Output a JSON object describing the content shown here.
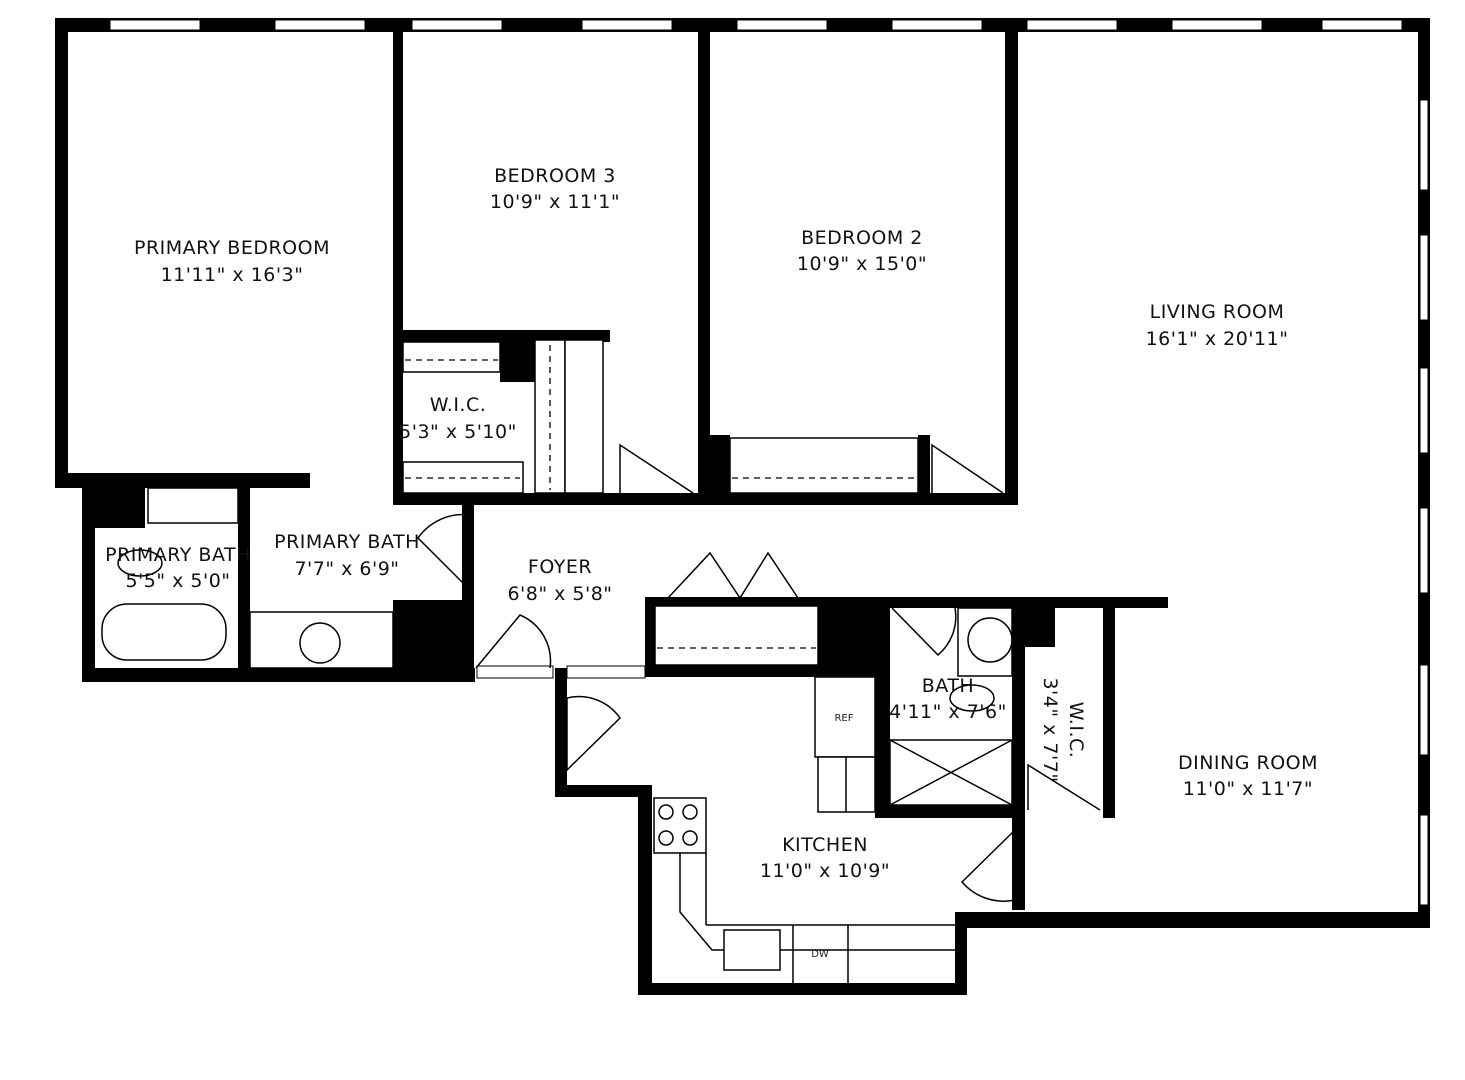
{
  "rooms": {
    "primary_bedroom": {
      "name": "PRIMARY BEDROOM",
      "size": "11'11\" x 16'3\""
    },
    "bedroom_3": {
      "name": "BEDROOM 3",
      "size": "10'9\" x 11'1\""
    },
    "bedroom_2": {
      "name": "BEDROOM 2",
      "size": "10'9\" x 15'0\""
    },
    "living_room": {
      "name": "LIVING ROOM",
      "size": "16'1\" x 20'11\""
    },
    "wic_1": {
      "name": "W.I.C.",
      "size": "5'3\" x 5'10\""
    },
    "primary_bath_small": {
      "name": "PRIMARY BATH",
      "size": "5'5\" x 5'0\""
    },
    "primary_bath": {
      "name": "PRIMARY BATH",
      "size": "7'7\" x 6'9\""
    },
    "foyer": {
      "name": "FOYER",
      "size": "6'8\" x 5'8\""
    },
    "bath": {
      "name": "BATH",
      "size": "4'11\" x 7'6\""
    },
    "wic_2": {
      "name": "W.I.C.",
      "size": "3'4\" x 7'7\""
    },
    "dining_room": {
      "name": "DINING ROOM",
      "size": "11'0\" x 11'7\""
    },
    "kitchen": {
      "name": "KITCHEN",
      "size": "11'0\" x 10'9\""
    }
  },
  "fixtures": {
    "ref": "REF",
    "dw": "DW"
  }
}
